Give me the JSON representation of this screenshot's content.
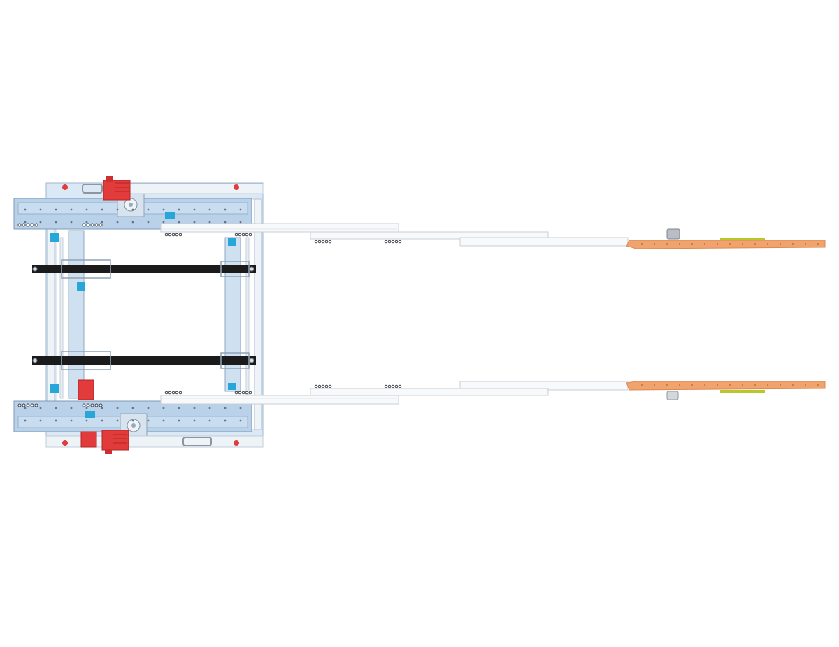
{
  "scene": {
    "kind": "cad-render",
    "view": "top",
    "colors": {
      "frame": "#b9d2ea",
      "frame_edge": "#7f99b4",
      "rail": "#f3f6f8",
      "rail_edge": "#c8cfd6",
      "crossbar": "#1b1b1b",
      "motor": "#e23b3b",
      "sensor": "#27a6d8",
      "copper": "#f1a36e",
      "copper_edge": "#d98a52",
      "pcb_strip": "#b7c92a",
      "hardware": "#6b7480"
    },
    "parts": [
      "base-frame",
      "crossbar",
      "telescopic-rail",
      "copper-fork-plate",
      "stepper-motor",
      "proximity-sensor"
    ]
  }
}
